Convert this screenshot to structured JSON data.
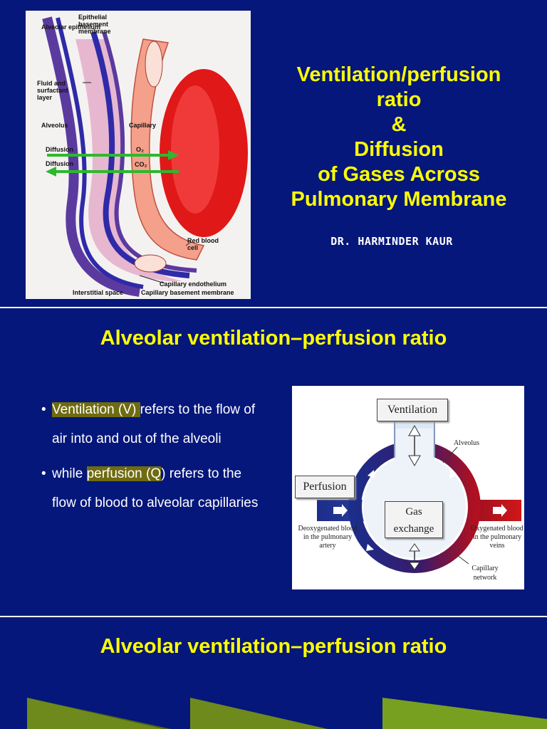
{
  "slide1": {
    "title_lines": [
      "Ventilation/perfusion",
      "ratio",
      "&",
      "Diffusion",
      "of Gases Across",
      "Pulmonary Membrane"
    ],
    "author": "DR. HARMINDER KAUR",
    "figure": {
      "labels": {
        "alveolar_epithelium": "Alveolar epithelium",
        "epithelial_basement": "Epithelial basement membrane",
        "fluid_layer": "Fluid and surfactant layer",
        "alveolus": "Alveolus",
        "capillary": "Capillary",
        "diffusion1": "Diffusion",
        "diffusion2": "Diffusion",
        "o2": "O₂",
        "co2": "CO₂",
        "rbc": "Red blood cell",
        "cap_endothelium": "Capillary endothelium",
        "interstitial": "Interstitial space",
        "cap_basement": "Capillary basement membrane"
      }
    }
  },
  "slide2": {
    "heading": "Alveolar ventilation–perfusion ratio",
    "bullets": [
      {
        "highlight": "Ventilation (V) ",
        "rest": "refers to the flow of air into and out of the alveoli",
        "prefix": ""
      },
      {
        "prefix": "while ",
        "highlight": "perfusion (Q",
        "rest": ") refers to the flow of blood to alveolar capillaries"
      }
    ],
    "figure": {
      "ventilation": "Ventilation",
      "perfusion": "Perfusion",
      "alveolus": "Alveolus",
      "gas_exchange": "Gas exchange",
      "deoxygenated": "Deoxygenated blood in the pulmonary artery",
      "oxygenated": "Oxygenated blood in the pulmonary veins",
      "capillary_network": "Capillary network"
    }
  },
  "slide3": {
    "heading": "Alveolar ventilation–perfusion ratio"
  },
  "colors": {
    "background": "#05177a",
    "title": "#ffff00",
    "highlight": "#6f6b10"
  }
}
